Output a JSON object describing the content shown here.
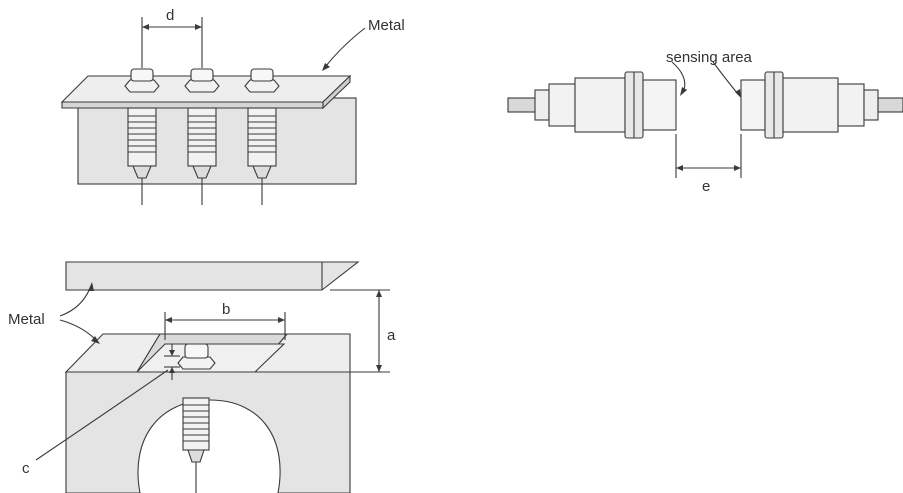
{
  "labels": {
    "d": "d",
    "metal_top": "Metal",
    "sensing_area": "sensing area",
    "e": "e",
    "metal_bottom": "Metal",
    "b": "b",
    "a": "a",
    "c": "c"
  },
  "colors": {
    "metal_fill": "#e4e4e4",
    "metal_dark": "#cfcfcf",
    "line": "#3a3a3a",
    "sensor_fill": "#f2f2f2"
  }
}
